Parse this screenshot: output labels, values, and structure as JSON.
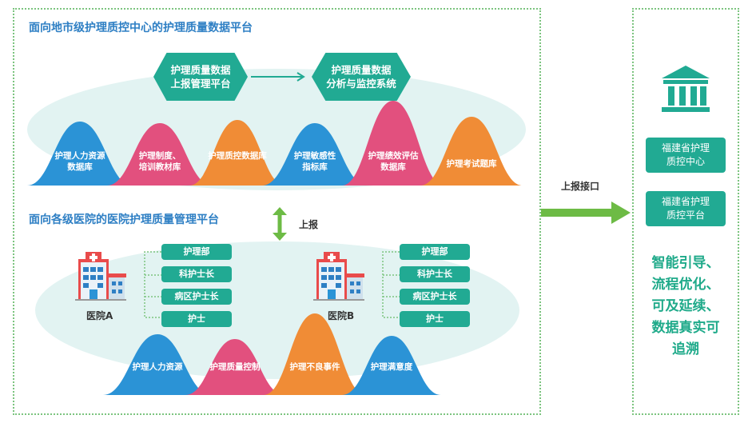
{
  "city_platform": {
    "title": "面向地市级护理质控中心的护理质量数据平台",
    "hex_left": {
      "line1": "护理质量数据",
      "line2": "上报管理平台"
    },
    "hex_right": {
      "line1": "护理质量数据",
      "line2": "分析与监控系统"
    },
    "humps": [
      {
        "line1": "护理人力资源",
        "line2": "数据库",
        "color": "#2b93d6"
      },
      {
        "line1": "护理制度、",
        "line2": "培训教材库",
        "color": "#e2507e"
      },
      {
        "line1": "护理质控数据库",
        "line2": "",
        "color": "#f08c36"
      },
      {
        "line1": "护理敏感性",
        "line2": "指标库",
        "color": "#2b93d6"
      },
      {
        "line1": "护理绩效评估",
        "line2": "数据库",
        "color": "#e2507e"
      },
      {
        "line1": "护理考试题库",
        "line2": "",
        "color": "#f08c36"
      }
    ]
  },
  "report_label": "上报",
  "hospital_platform": {
    "title": "面向各级医院的医院护理质量管理平台",
    "hospital_a": "医院A",
    "hospital_b": "医院B",
    "roles": [
      "护理部",
      "科护士长",
      "病区护士长",
      "护士"
    ],
    "humps": [
      {
        "label": "护理人力资源",
        "color": "#2b93d6"
      },
      {
        "label": "护理质量控制",
        "color": "#e2507e"
      },
      {
        "label": "护理不良事件",
        "color": "#f08c36"
      },
      {
        "label": "护理满意度",
        "color": "#2b93d6"
      }
    ]
  },
  "interface_label": "上报接口",
  "province": {
    "center": {
      "line1": "福建省护理",
      "line2": "质控中心"
    },
    "platform": {
      "line1": "福建省护理",
      "line2": "质控平台"
    },
    "slogan": [
      "智能引导、",
      "流程优化、",
      "可及延续、",
      "数据真实可",
      "追溯"
    ]
  },
  "colors": {
    "teal": "#21aa93",
    "blue": "#2b93d6",
    "pink": "#e2507e",
    "orange": "#f08c36",
    "green": "#7cc47f",
    "title_blue": "#2e7fc4"
  }
}
